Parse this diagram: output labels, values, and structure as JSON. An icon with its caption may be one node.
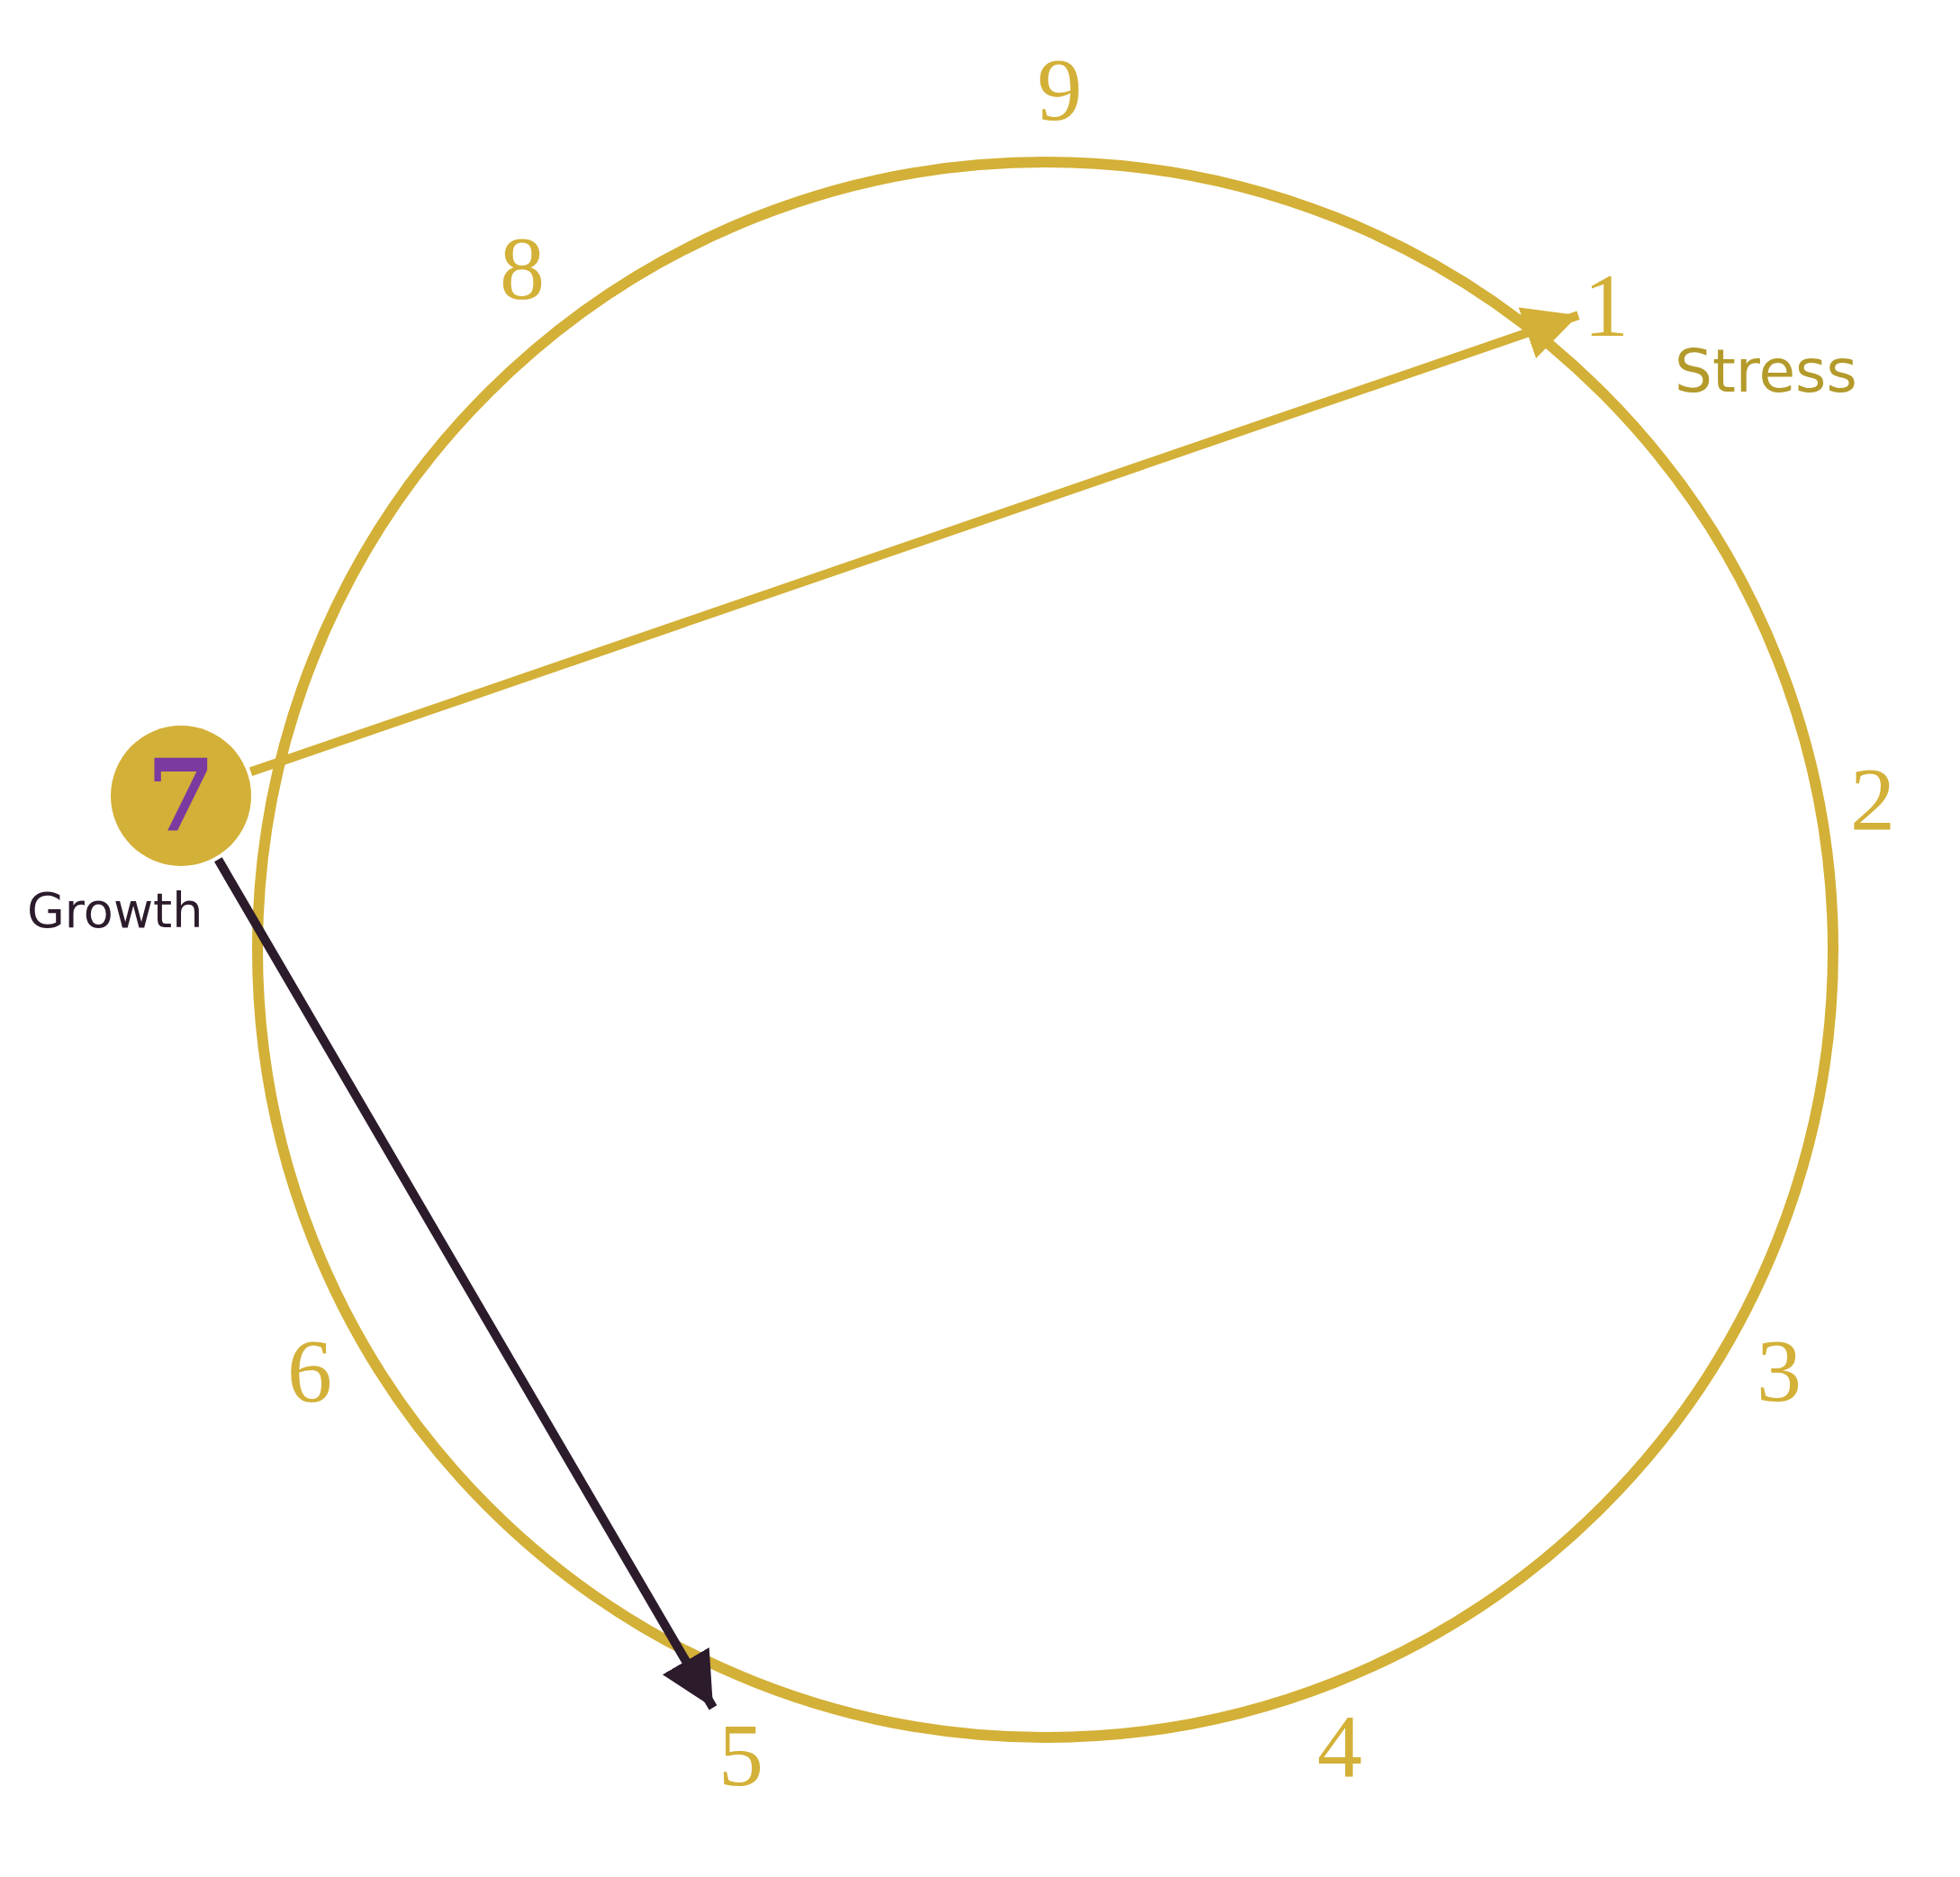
{
  "diagram": {
    "nodes": [
      {
        "text": [
          "9"
        ]
      },
      {
        "text": [
          "8"
        ]
      },
      {
        "text": [
          "1"
        ],
        "beside": [
          "Stress"
        ]
      },
      {
        "text": [
          "7"
        ],
        "beside": [
          "Growth"
        ]
      },
      {
        "text": [
          "2"
        ]
      },
      {
        "text": [
          "6"
        ]
      },
      {
        "text": [
          "3"
        ]
      },
      {
        "text": [
          "5"
        ]
      },
      {
        "text": [
          "4"
        ]
      }
    ],
    "edges": [
      {
        "from": 3,
        "to": 2,
        "arrow": "to",
        "color": "#d3b037"
      },
      {
        "from": 3,
        "to": 7,
        "arrow": "to",
        "color": "#2b1b2b"
      }
    ]
  }
}
